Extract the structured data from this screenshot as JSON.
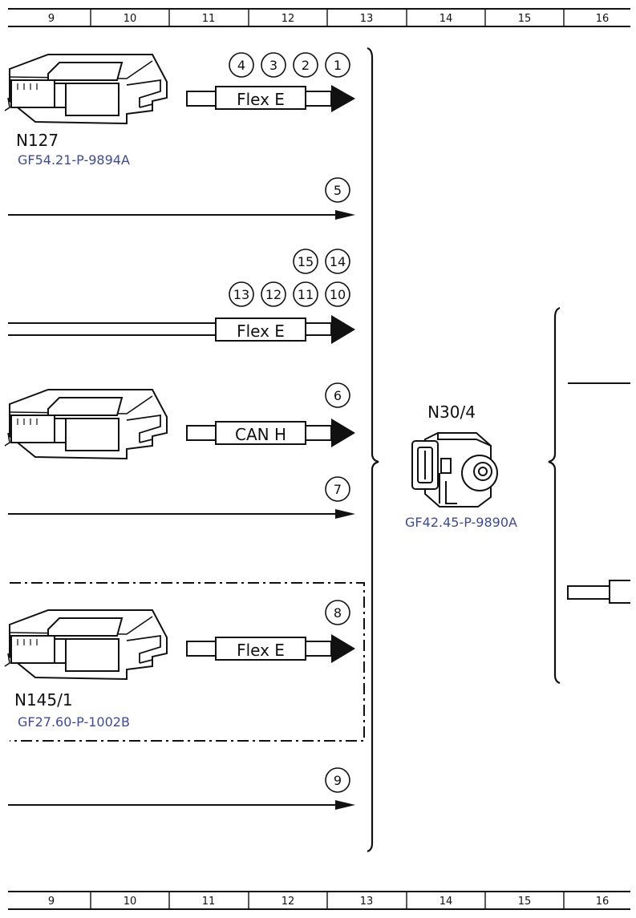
{
  "ruler": {
    "top": [
      "9",
      "10",
      "11",
      "12",
      "13",
      "14",
      "15",
      "16"
    ],
    "bottom": [
      "9",
      "10",
      "11",
      "12",
      "13",
      "14",
      "15",
      "16"
    ]
  },
  "components": {
    "n127": {
      "name": "N127",
      "ref": "GF54.21-P-9894A"
    },
    "n145_1": {
      "name": "N145/1",
      "ref": "GF27.60-P-1002B"
    },
    "n30_4": {
      "name": "N30/4",
      "ref": "GF42.45-P-9890A"
    }
  },
  "buses": {
    "bus1": "Flex E",
    "bus2": "Flex E",
    "bus3": "CAN H",
    "bus4": "Flex E"
  },
  "callouts": {
    "c1": "1",
    "c2": "2",
    "c3": "3",
    "c4": "4",
    "c5": "5",
    "c6": "6",
    "c7": "7",
    "c8": "8",
    "c9": "9",
    "c10": "10",
    "c11": "11",
    "c12": "12",
    "c13": "13",
    "c14": "14",
    "c15": "15"
  }
}
